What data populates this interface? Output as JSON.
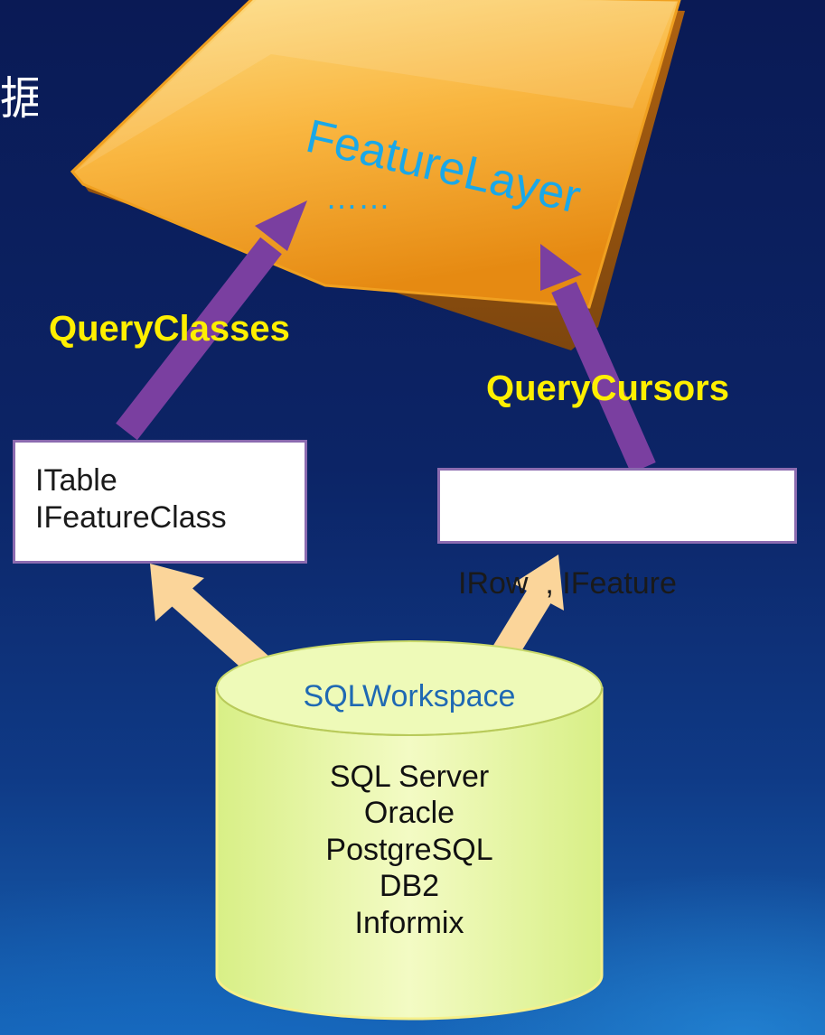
{
  "title_fragment": "据",
  "layer": {
    "name": "FeatureLayer",
    "ellipsis": "……"
  },
  "arrows": {
    "left_label": "QueryClasses",
    "right_label": "QueryCursors"
  },
  "boxes": {
    "left": {
      "line1": "ITable",
      "line2": "IFeatureClass"
    },
    "right": {
      "text": "IRow  , IFeature"
    }
  },
  "database": {
    "title": "SQLWorkspace",
    "items": [
      "SQL Server",
      "Oracle",
      "PostgreSQL",
      "DB2",
      "Informix"
    ]
  },
  "colors": {
    "layer_fill": "#f8b33c",
    "label_yellow": "#ffef00",
    "arrow_purple": "#7a3fa0",
    "arrow_peach": "#fbd59a",
    "cylinder_fill": "#e7f7a6",
    "workspace_blue": "#1f69b3"
  }
}
